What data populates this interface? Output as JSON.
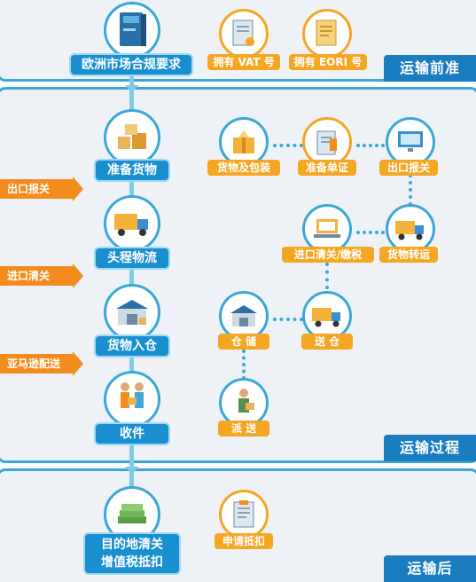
{
  "stages": {
    "pre": "运输前准备",
    "during": "运输过程",
    "post": "运输后"
  },
  "main_flow": {
    "eu_compliance": "欧洲市场合规要求",
    "prepare_goods": "准备货物",
    "first_leg": "头程物流",
    "warehousing": "货物入仓",
    "receipt": "收件",
    "destination_line1": "目的地清关",
    "destination_line2": "增值税抵扣"
  },
  "pre_items": {
    "vat": "拥有 VAT 号",
    "eori": "拥有 EORI 号"
  },
  "side_steps": {
    "export_declare": "出口报关",
    "import_clear": "进口清关",
    "amazon_delivery": "亚马逊配送"
  },
  "process_items": {
    "goods_packing": "货物及包装",
    "prepare_docs": "准备单证",
    "export_declare": "出口报关",
    "import_tax": "进口清关/缴税",
    "transfer": "货物转运",
    "storage": "仓 储",
    "to_warehouse": "送 仓",
    "dispatch": "派 送"
  },
  "post_items": {
    "apply_deduction": "申请抵扣"
  },
  "colors": {
    "blue_accent": "#1a8fcf",
    "orange_accent": "#f5a623",
    "panel_bg": "#eef2f7"
  }
}
